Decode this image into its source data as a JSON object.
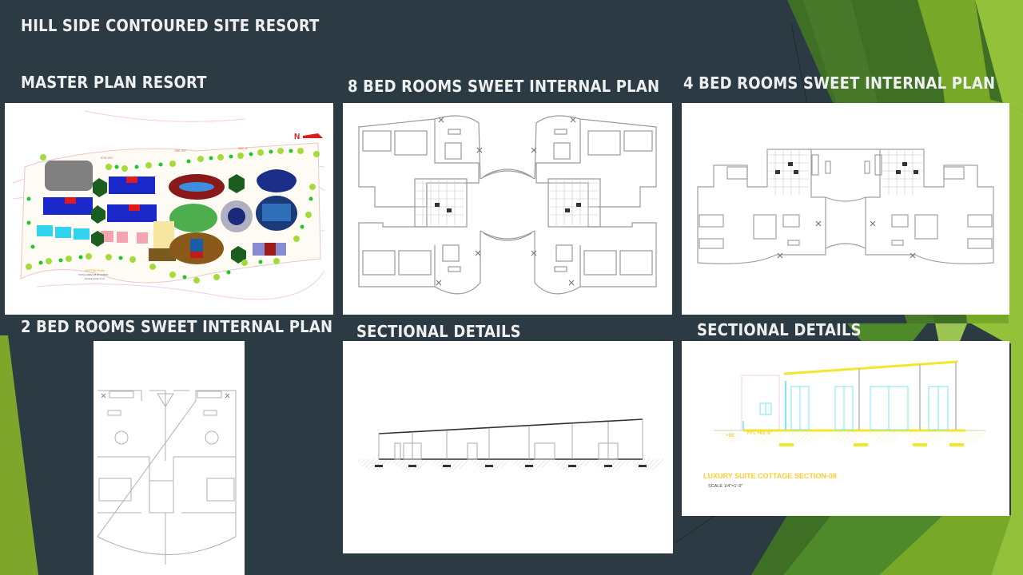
{
  "slide": {
    "title": "HILL SIDE CONTOURED SITE RESORT",
    "background_color": "#2c3a43",
    "accent_colors": [
      "#3f6e25",
      "#4e8a2a",
      "#78a828",
      "#93c13a"
    ]
  },
  "sections": [
    {
      "id": "master-plan",
      "heading": "MASTER PLAN RESORT"
    },
    {
      "id": "8-bed",
      "heading": "8 BED ROOMS SWEET INTERNAL PLAN"
    },
    {
      "id": "4-bed",
      "heading": "4 BED ROOMS SWEET INTERNAL PLAN"
    },
    {
      "id": "2-bed",
      "heading": "2 BED ROOMS SWEET INTERNAL PLAN"
    },
    {
      "id": "section-1",
      "heading": "SECTIONAL DETAILS"
    },
    {
      "id": "section-2",
      "heading": "SECTIONAL DETAILS"
    }
  ],
  "master_plan": {
    "north_label": "N",
    "dim_1": "378'-0½\"",
    "dim_2": "766'-3½\"",
    "dim_3": "386'-6\"",
    "dim_left": "249'-4½\"",
    "caption": "MASTER PLAN",
    "caption_2": "TOTAL AREA 28.90 ACRES",
    "scale": "SCALE 1/16\"=1'-0\""
  },
  "section_2": {
    "label_level": "+65'",
    "label_ffl": "FFL +65'-6\"",
    "caption": "LUXURY SUITE COTTAGE SECTION-08",
    "scale": "SCALE 1/4\"=1'-0\""
  }
}
